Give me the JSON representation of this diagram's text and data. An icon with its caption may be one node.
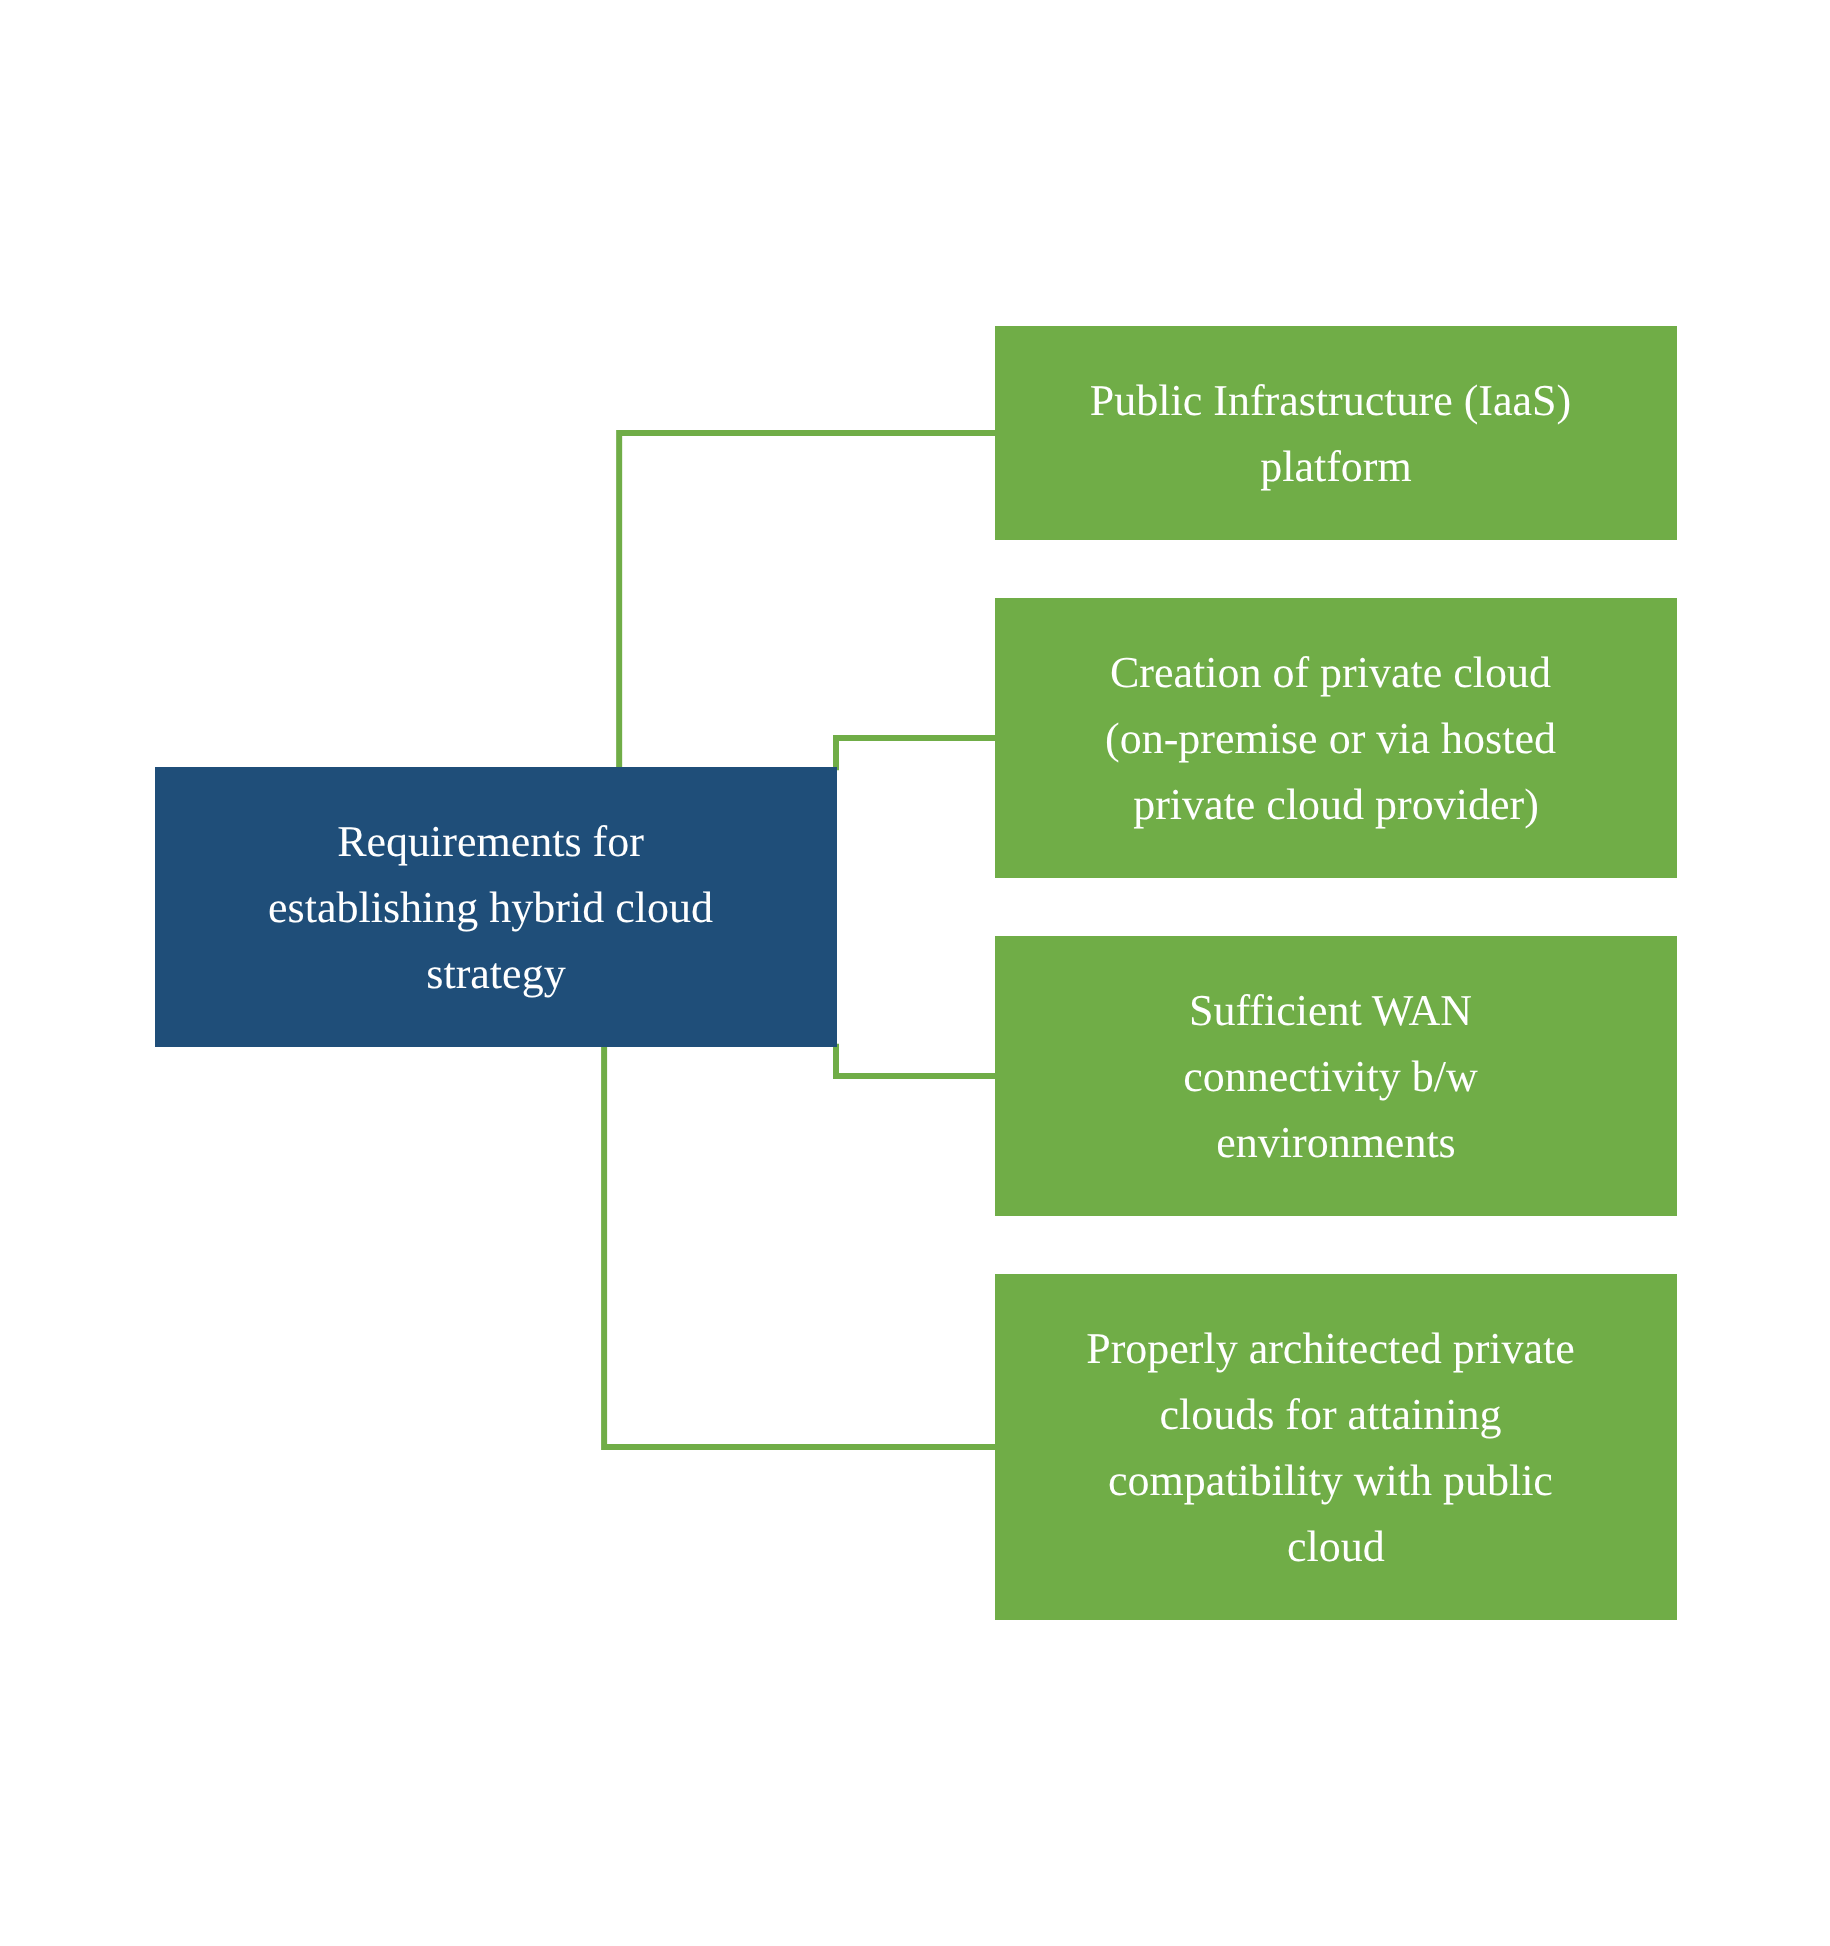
{
  "diagram": {
    "nodes": [
      {
        "text": [
          "Requirements for establishing hybrid cloud strategy"
        ]
      },
      {
        "text": [
          "Public Infrastructure (IaaS) platform"
        ]
      },
      {
        "text": [
          "Creation of private cloud (on-premise or via hosted private cloud provider)"
        ]
      },
      {
        "text": [
          "Sufficient WAN connectivity b/w environments"
        ]
      },
      {
        "text": [
          "Properly architected private clouds for attaining compatibility with public cloud"
        ]
      }
    ],
    "edges": [
      {
        "from": 0,
        "to": 1,
        "arrow": "none",
        "color": "#70ad47"
      },
      {
        "from": 0,
        "to": 2,
        "arrow": "none",
        "color": "#70ad47"
      },
      {
        "from": 0,
        "to": 3,
        "arrow": "none",
        "color": "#70ad47"
      },
      {
        "from": 0,
        "to": 4,
        "arrow": "none",
        "color": "#70ad47"
      }
    ]
  }
}
